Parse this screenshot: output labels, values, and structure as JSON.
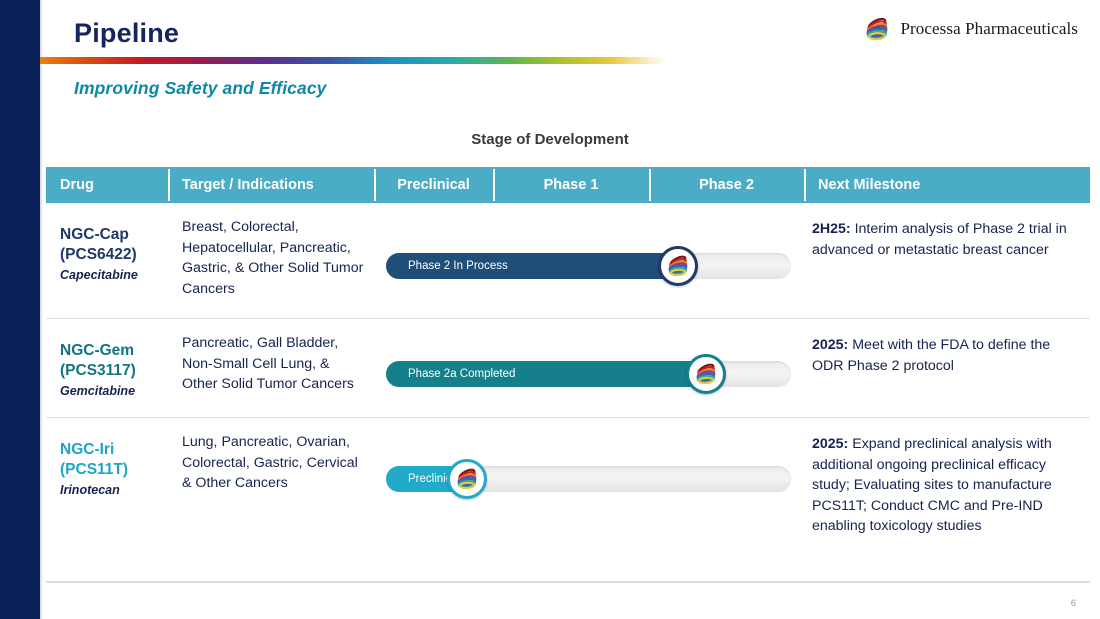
{
  "slide": {
    "title": "Pipeline",
    "subtitle": "Improving Safety and Efficacy",
    "stage_caption": "Stage of Development",
    "page_number": "6",
    "brand": {
      "name": "Processa Pharmaceuticals",
      "navy": "#0B2159",
      "title_navy": "#15265E",
      "subtitle_teal": "#0F87A8",
      "header_teal": "#4BACC6",
      "body_navy": "#16234F",
      "rule_gray": "#DCDCDC"
    }
  },
  "table": {
    "columns": [
      {
        "label": "Drug"
      },
      {
        "label": "Target / Indications"
      },
      {
        "label": "Preclinical"
      },
      {
        "label": "Phase 1"
      },
      {
        "label": "Phase 2"
      },
      {
        "label": "Next Milestone"
      }
    ],
    "rows": [
      {
        "drug_name": "NGC-Cap\n(PCS6422)",
        "drug_name_color": "#1F3864",
        "generic": "Capecitabine",
        "indications": "Breast, Colorectal, Hepatocellular, Pancreatic, Gastric, & Other Solid Tumor Cancers",
        "progress": {
          "label": "Phase 2 In Process",
          "fill_color": "#1F4E79",
          "fill_percent": 72,
          "marker_percent": 72,
          "marker_ring_color": "#1F3864"
        },
        "milestone_prefix": "2H25:",
        "milestone_text": " Interim analysis of Phase 2 trial in advanced or metastatic breast cancer"
      },
      {
        "drug_name": "NGC-Gem\n(PCS3117)",
        "drug_name_color": "#11757F",
        "generic": "Gemcitabine",
        "indications": "Pancreatic, Gall Bladder, Non-Small Cell Lung, & Other Solid Tumor Cancers",
        "progress": {
          "label": "Phase 2a Completed",
          "fill_color": "#13808C",
          "fill_percent": 79,
          "marker_percent": 79,
          "marker_ring_color": "#13808C"
        },
        "milestone_prefix": "2025:",
        "milestone_text": "  Meet with the FDA to define the ODR Phase 2 protocol"
      },
      {
        "drug_name": "NGC-Iri\n(PCS11T)",
        "drug_name_color": "#1CA5C4",
        "generic": "Irinotecan",
        "indications": "Lung, Pancreatic, Ovarian, Colorectal, Gastric, Cervical & Other Cancers",
        "progress": {
          "label": "Preclinical",
          "fill_color": "#22ABC9",
          "fill_percent": 20,
          "marker_percent": 20,
          "marker_ring_color": "#22ABC9"
        },
        "milestone_prefix": "2025:",
        "milestone_text": " Expand preclinical analysis with additional ongoing preclinical efficacy study; Evaluating sites to manufacture PCS11T; Conduct CMC and Pre-IND enabling toxicology studies"
      }
    ]
  },
  "icons": {
    "logo": "processa-swirl-logo",
    "marker": "pipeline-milestone-marker"
  }
}
